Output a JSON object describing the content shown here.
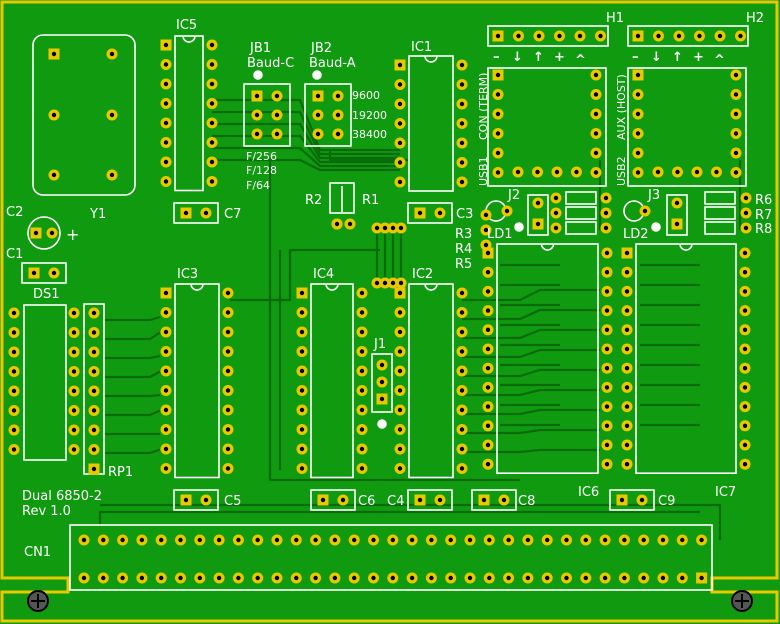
{
  "colors": {
    "board": "#0f9a10",
    "edge": "#e8c800",
    "silk": "#ffffff",
    "pad": "#e8c800",
    "hole": "#000000",
    "trace": "#0a6b0a"
  },
  "parts": {
    "ic1": "IC1",
    "ic2": "IC2",
    "ic3": "IC3",
    "ic4": "IC4",
    "ic5": "IC5",
    "ic6": "IC6",
    "ic7": "IC7",
    "h1": "H1",
    "h2": "H2",
    "jb1": "JB1",
    "jb2": "JB2",
    "baud_c": "Baud-C",
    "baud_a": "Baud-A",
    "b9600": "9600",
    "b19200": "19200",
    "b38400": "38400",
    "f256": "F/256",
    "f128": "F/128",
    "f64": "F/64",
    "y1": "Y1",
    "c1": "C1",
    "c2": "C2",
    "c3": "C3",
    "c4": "C4",
    "c5": "C5",
    "c6": "C6",
    "c7": "C7",
    "c8": "C8",
    "c9": "C9",
    "ds1": "DS1",
    "rp1": "RP1",
    "r1": "R1",
    "r2": "R2",
    "r3": "R3",
    "r4": "R4",
    "r5": "R5",
    "r6": "R6",
    "r7": "R7",
    "r8": "R8",
    "j1": "J1",
    "j2": "J2",
    "j3": "J3",
    "ld1": "LD1",
    "ld2": "LD2",
    "cn1": "CN1",
    "usb1": "USB1",
    "usb2": "USB2",
    "con_term": "CON (TERM)",
    "aux_host": "AUX (HOST)",
    "plus": "+",
    "title": "Dual 6850-2",
    "rev": "Rev 1.0"
  },
  "header_symbols": [
    "–",
    "↓",
    "↑",
    "+",
    "^"
  ]
}
